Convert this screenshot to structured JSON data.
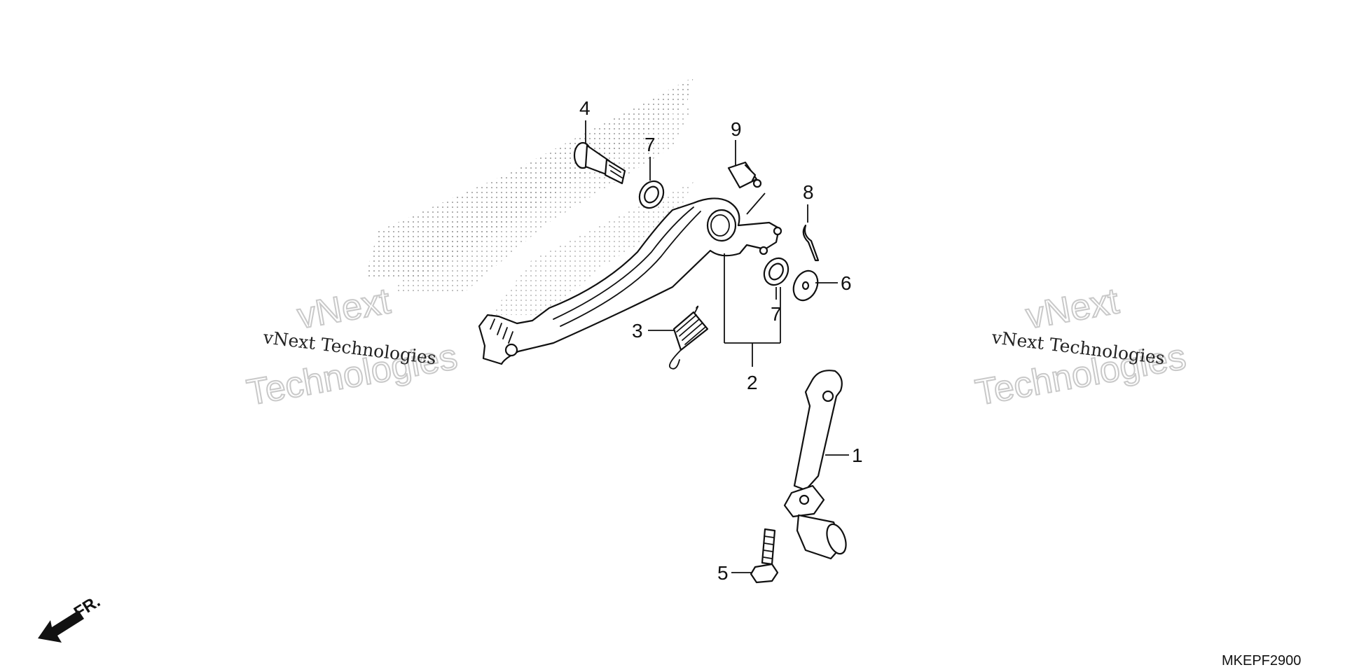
{
  "diagram_code": "MKEPF2900",
  "front_indicator": "FR.",
  "watermarks": {
    "line_small": "vNext Technologies",
    "line_big_top": "vNext",
    "line_big_bottom": "Technologies"
  },
  "callouts": {
    "c1": "1",
    "c2": "2",
    "c3": "3",
    "c4": "4",
    "c5": "5",
    "c6": "6",
    "c7a": "7",
    "c7b": "7",
    "c8": "8",
    "c9": "9"
  },
  "icons": {
    "logo_background": "honda-wing-logo-stipple",
    "front_arrow": "front-direction-arrow-icon"
  },
  "colors": {
    "line": "#111111",
    "watermark_outline": "#c9c9c9",
    "background": "#ffffff"
  }
}
